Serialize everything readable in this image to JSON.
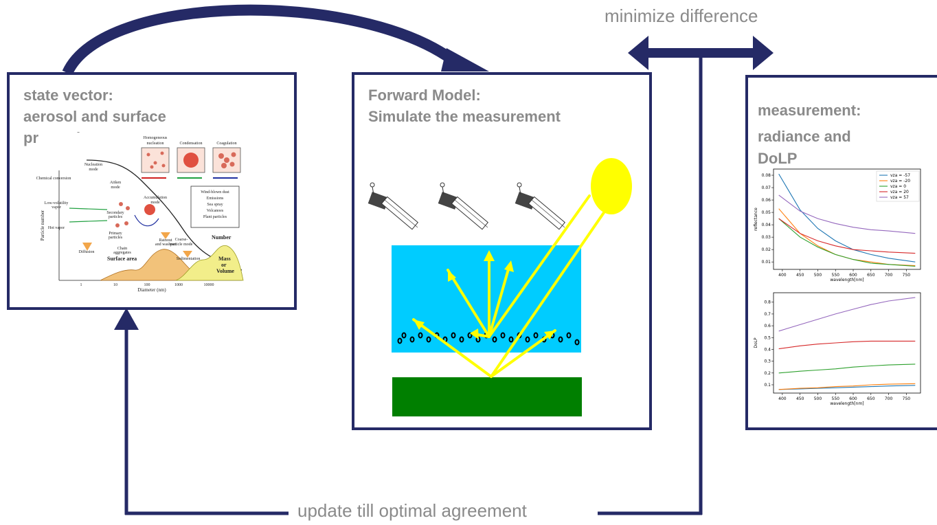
{
  "labels": {
    "minimize": "minimize difference",
    "update": "update till optimal agreement"
  },
  "state_panel": {
    "title_line1": "state vector:",
    "title_line2": "aerosol and surface",
    "title_line3": "properties",
    "figure": {
      "ylabel": "Particle number",
      "xlabel": "Diameter (nm)",
      "x_ticks": [
        "1",
        "10",
        "100",
        "1000",
        "10000"
      ],
      "modes": [
        "Nucleation mode",
        "Aitken mode",
        "Accumulation mode",
        "Coarse-particle mode"
      ],
      "processes": [
        "Homogeneous nucleation",
        "Condensation",
        "Coagulation"
      ],
      "sources": [
        "Wind-blown dust",
        "Emissions",
        "Sea spray",
        "Volcanoes",
        "Plant particles"
      ],
      "curves": [
        "Number",
        "Surface area",
        "Mass or Volume"
      ],
      "other": [
        "Chemical conversion of gases to low-volatility vapors",
        "Low-volatility vapor",
        "Hot vapor",
        "Secondary particles",
        "Primary particles",
        "Chain aggregates",
        "Diffusion",
        "Rainout and washout",
        "Sedimentation"
      ]
    }
  },
  "forward_panel": {
    "title_line1": "Forward Model:",
    "title_line2": "Simulate the measurement"
  },
  "measurement_panel": {
    "title_line1": "measurement:",
    "title_line2": "radiance and",
    "title_line3": "DoLP"
  },
  "colors": {
    "border": "#252a66",
    "title": "#8a8a8a",
    "atmosphere": "#00ccff",
    "ground": "#007f00",
    "sun": "#ffff00"
  },
  "chart_data": [
    {
      "type": "line",
      "x": [
        390,
        450,
        500,
        550,
        600,
        650,
        700,
        775
      ],
      "xlabel": "wavelength[nm]",
      "ylabel": "reflectance",
      "x_ticks": [
        400,
        450,
        500,
        550,
        600,
        650,
        700,
        750
      ],
      "y_ticks": [
        0.01,
        0.02,
        0.03,
        0.04,
        0.05,
        0.06,
        0.07,
        0.08
      ],
      "xlim": [
        375,
        790
      ],
      "ylim": [
        0.004,
        0.085
      ],
      "legend_position": "top-right",
      "series": [
        {
          "name": "vza = -57",
          "color": "#1f77b4",
          "values": [
            0.081,
            0.052,
            0.037,
            0.027,
            0.02,
            0.016,
            0.013,
            0.01
          ]
        },
        {
          "name": "vza = -20",
          "color": "#ff7f0e",
          "values": [
            0.053,
            0.033,
            0.023,
            0.016,
            0.012,
            0.01,
            0.008,
            0.007
          ]
        },
        {
          "name": "vza = 0",
          "color": "#2ca02c",
          "values": [
            0.045,
            0.03,
            0.022,
            0.016,
            0.012,
            0.009,
            0.008,
            0.0065
          ]
        },
        {
          "name": "vza = 20",
          "color": "#d62728",
          "values": [
            0.045,
            0.033,
            0.027,
            0.023,
            0.02,
            0.019,
            0.018,
            0.017
          ]
        },
        {
          "name": "vza = 57",
          "color": "#9467bd",
          "values": [
            0.064,
            0.051,
            0.045,
            0.041,
            0.038,
            0.036,
            0.035,
            0.033
          ]
        }
      ]
    },
    {
      "type": "line",
      "x": [
        390,
        450,
        500,
        550,
        600,
        650,
        700,
        775
      ],
      "xlabel": "wavelength[nm]",
      "ylabel": "DoLP",
      "x_ticks": [
        400,
        450,
        500,
        550,
        600,
        650,
        700,
        750
      ],
      "y_ticks": [
        0.1,
        0.2,
        0.3,
        0.4,
        0.5,
        0.6,
        0.7,
        0.8
      ],
      "xlim": [
        375,
        790
      ],
      "ylim": [
        0.03,
        0.88
      ],
      "series": [
        {
          "color": "#1f77b4",
          "values": [
            0.06,
            0.065,
            0.07,
            0.075,
            0.08,
            0.085,
            0.09,
            0.095
          ]
        },
        {
          "color": "#ff7f0e",
          "values": [
            0.06,
            0.07,
            0.075,
            0.085,
            0.09,
            0.1,
            0.105,
            0.11
          ]
        },
        {
          "color": "#2ca02c",
          "values": [
            0.2,
            0.215,
            0.225,
            0.235,
            0.25,
            0.26,
            0.268,
            0.275
          ]
        },
        {
          "color": "#d62728",
          "values": [
            0.405,
            0.43,
            0.445,
            0.455,
            0.465,
            0.47,
            0.47,
            0.47
          ]
        },
        {
          "color": "#9467bd",
          "values": [
            0.555,
            0.61,
            0.655,
            0.7,
            0.74,
            0.78,
            0.81,
            0.84
          ]
        }
      ]
    }
  ]
}
